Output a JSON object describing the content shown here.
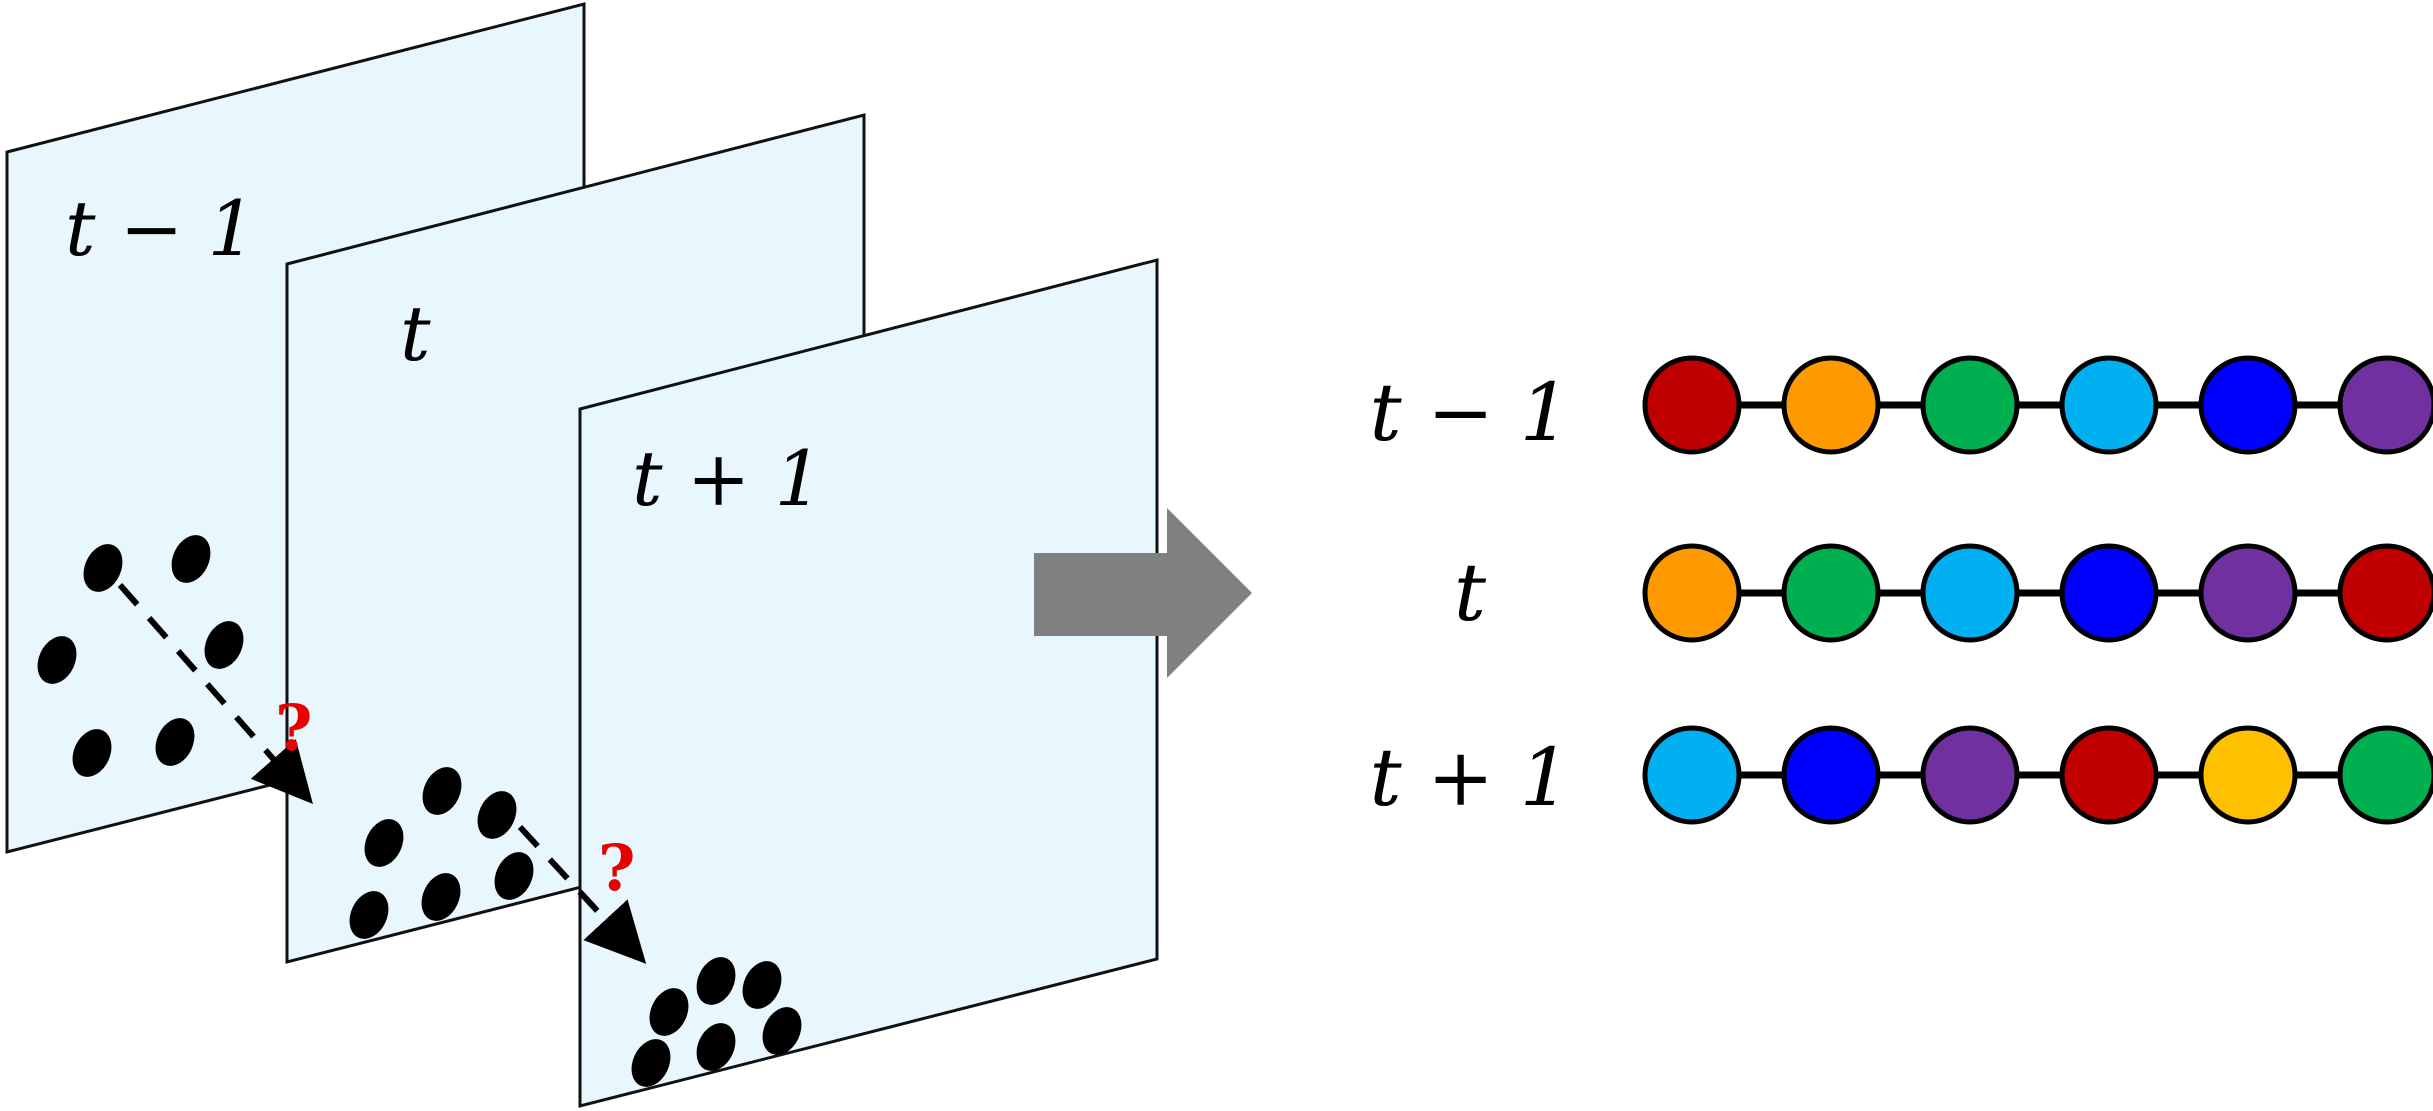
{
  "colors": {
    "panel_fill": "#e8f6fd",
    "panel_stroke": "#111111",
    "arrow_fill": "#808080",
    "question_mark": "#e60000",
    "red": "#c00000",
    "orange": "#ff9900",
    "green": "#00b050",
    "light_blue": "#00b0f0",
    "blue": "#0000ff",
    "purple": "#7030a0",
    "yellow": "#ffc000"
  },
  "frames": [
    {
      "label": "t − 1"
    },
    {
      "label": "t"
    },
    {
      "label": "t + 1"
    }
  ],
  "question_marks": [
    "?",
    "?"
  ],
  "sequences": [
    {
      "label": "t − 1",
      "nodes": [
        "red",
        "orange",
        "green",
        "light_blue",
        "blue",
        "purple"
      ]
    },
    {
      "label": "t",
      "nodes": [
        "orange",
        "green",
        "light_blue",
        "blue",
        "purple",
        "red"
      ]
    },
    {
      "label": "t + 1",
      "nodes": [
        "light_blue",
        "blue",
        "purple",
        "red",
        "yellow",
        "green"
      ]
    }
  ]
}
